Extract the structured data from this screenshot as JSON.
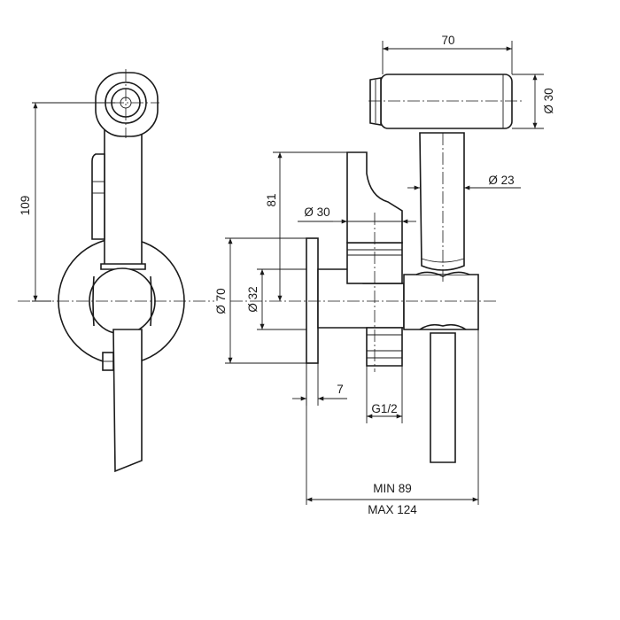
{
  "drawing": {
    "dimensions": {
      "width_70_top": "70",
      "dia_30_head": "Ø 30",
      "dia_23_handle": "Ø 23",
      "height_81": "81",
      "dia_30_valve": "Ø 30",
      "height_109": "109",
      "dia_70_flange": "Ø 70",
      "dia_32": "Ø 32",
      "flange_7": "7",
      "thread_g12": "G1/2",
      "min_89": "MIN 89",
      "max_124": "MAX 124"
    },
    "colors": {
      "line": "#1a1a1a",
      "background": "#ffffff"
    }
  }
}
